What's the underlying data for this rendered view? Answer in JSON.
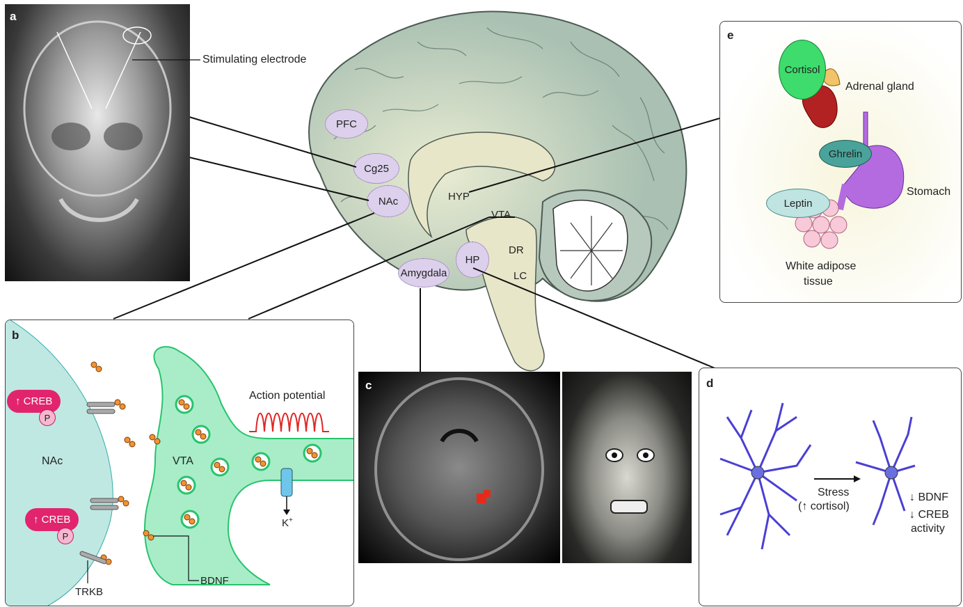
{
  "panels": {
    "a": {
      "label": "a",
      "callout": "Stimulating electrode"
    },
    "b": {
      "label": "b",
      "creb": "↑ CREB",
      "p": "P",
      "nac": "NAc",
      "vta": "VTA",
      "action_potential": "Action potential",
      "k_ion": "K",
      "k_sup": "+",
      "bdnf": "BDNF",
      "trkb": "TRKB"
    },
    "c": {
      "label": "c"
    },
    "d": {
      "label": "d",
      "stress": "Stress",
      "cortisol": "(↑ cortisol)",
      "bdnf": "↓ BDNF",
      "creb": "↓ CREB",
      "activity": "activity"
    },
    "e": {
      "label": "e",
      "cortisol": "Cortisol",
      "adrenal": "Adrenal gland",
      "ghrelin": "Ghrelin",
      "stomach": "Stomach",
      "leptin": "Leptin",
      "adipose1": "White adipose",
      "adipose2": "tissue"
    }
  },
  "brain_regions": {
    "pfc": "PFC",
    "cg25": "Cg25",
    "nac": "NAc",
    "hyp": "HYP",
    "vta": "VTA",
    "dr": "DR",
    "lc": "LC",
    "hp": "HP",
    "amygdala": "Amygdala"
  },
  "colors": {
    "brain": "#a9c0b2",
    "brain_inner": "#e8e6c8",
    "region": "#dcd0ec",
    "neuron": "#4a3fd4",
    "membrane": "#bfe8e2",
    "vta_cell": "#a8edc8",
    "creb": "#e2246e",
    "cortisol": "#3ddc6c",
    "hormone": "#7fb8b0",
    "stomach": "#b46be0"
  }
}
